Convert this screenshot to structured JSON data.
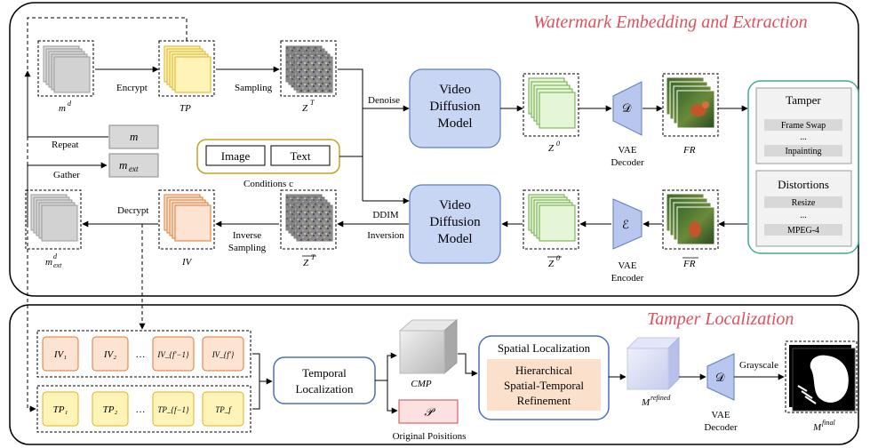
{
  "sections": {
    "top_title": "Watermark Embedding and Extraction",
    "bottom_title": "Tamper Localization"
  },
  "top": {
    "md_label": "m",
    "md_sup": "d",
    "encrypt": "Encrypt",
    "tp_label": "TP",
    "sampling": "Sampling",
    "zt_label": "Z",
    "zt_sup": "T",
    "denoise": "Denoise",
    "vdm_top": [
      "Video",
      "Diffusion",
      "Model"
    ],
    "z0_label": "Z",
    "z0_sup": "0",
    "decoder_label": [
      "VAE",
      "Decoder"
    ],
    "fr_label": "FR",
    "repeat": "Repeat",
    "m_label": "m",
    "gather": "Gather",
    "mext_label": "m",
    "mext_sub": "ext",
    "cond_image": "Image",
    "cond_text": "Text",
    "conditions": "Conditions c",
    "tamper_title": "Tamper",
    "tamper_items": [
      "Frame Swap",
      "...",
      "Inpainting"
    ],
    "distortion_title": "Distortions",
    "distortion_items": [
      "Resize",
      "...",
      "MPEG-4"
    ],
    "decrypt": "Decrypt",
    "iv_label": "IV",
    "inverse_sampling": [
      "Inverse",
      "Sampling"
    ],
    "ddim_inversion": [
      "DDIM",
      "Inversion"
    ],
    "vdm_bottom": [
      "Video",
      "Diffusion",
      "Model"
    ],
    "encoder_label": [
      "VAE",
      "Encoder"
    ],
    "mdext_label": "m",
    "mdext_sup": "d",
    "mdext_sub": "ext",
    "zt_bar": "Z",
    "zt_bar_sup": "T",
    "z0_bar": "Z",
    "z0_bar_sup": "0",
    "fr_bar": "FR",
    "vae_d_symbol": "𝒟",
    "vae_e_symbol": "ℰ"
  },
  "bottom": {
    "iv_items": [
      "IV₁",
      "IV₂",
      "…",
      "IV_{f'−1}",
      "IV_{f'}"
    ],
    "tp_items": [
      "TP₁",
      "TP₂",
      "…",
      "TP_{f−1}",
      "TP_f"
    ],
    "temporal": [
      "Temporal",
      "Localization"
    ],
    "cmp_label": "CMP",
    "p_symbol": "𝒫",
    "original_positions": "Original Poisitions",
    "spatial_title": "Spatial Localization",
    "hier": [
      "Hierarchical",
      "Spatial-Temporal",
      "Refinement"
    ],
    "mrefined": "M",
    "mrefined_sup": "refined",
    "vae_decoder": [
      "VAE",
      "Decoder"
    ],
    "grayscale": "Grayscale",
    "mfinal": "M",
    "mfinal_sup": "final"
  },
  "colors": {
    "section_title": "#e0505a",
    "vdm_fill": "#c9d6f3",
    "vdm_stroke": "#5b7fc4",
    "tp_fill": "#fff4b8",
    "tp_stroke": "#e0b020",
    "iv_fill": "#fde3d2",
    "iv_stroke": "#e07a30",
    "z0_fill": "#e5f5d8",
    "z0_stroke": "#6aab40",
    "cond_stroke": "#c8a020",
    "tamper_border": "#4aa88a"
  }
}
